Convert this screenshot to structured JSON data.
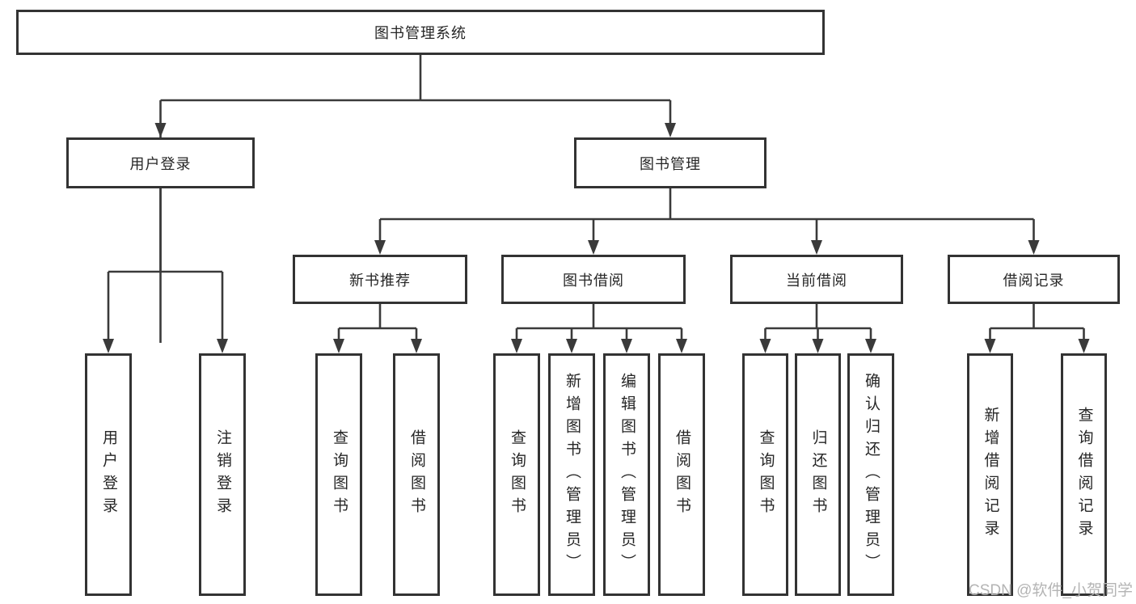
{
  "diagram": {
    "type": "hierarchy-tree",
    "root": {
      "label": "图书管理系统"
    },
    "branches": {
      "user_login": {
        "label": "用户登录",
        "children": [
          {
            "label": "用户登录"
          },
          {
            "label": "注销登录"
          }
        ]
      },
      "book_management": {
        "label": "图书管理",
        "sections": [
          {
            "label": "新书推荐",
            "children": [
              {
                "label": "查询图书"
              },
              {
                "label": "借阅图书"
              }
            ]
          },
          {
            "label": "图书借阅",
            "children": [
              {
                "label": "查询图书"
              },
              {
                "label": "新增图书（管理员）"
              },
              {
                "label": "编辑图书（管理员）"
              },
              {
                "label": "借阅图书"
              }
            ]
          },
          {
            "label": "当前借阅",
            "children": [
              {
                "label": "查询图书"
              },
              {
                "label": "归还图书"
              },
              {
                "label": "确认归还（管理员）"
              }
            ]
          },
          {
            "label": "借阅记录",
            "children": [
              {
                "label": "新增借阅记录"
              },
              {
                "label": "查询借阅记录"
              }
            ]
          }
        ]
      }
    },
    "colors": {
      "line": "#3a3a3a",
      "border": "#333333",
      "text": "#262626",
      "background": "#ffffff",
      "watermark": "#b4b4b4"
    }
  },
  "watermark": {
    "text": "CSDN @软件_小贺同学"
  }
}
